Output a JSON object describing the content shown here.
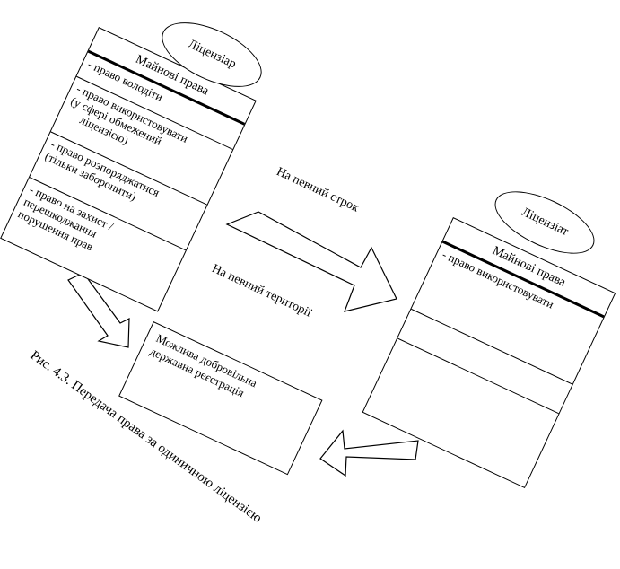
{
  "licensor": {
    "title": "Ліцензіар",
    "header": "Майнові права",
    "rights": [
      [
        "- право володіти"
      ],
      [
        "- право використовувати",
        "(у сфері обмежений",
        "ліцензією)"
      ],
      [
        "- право розпоряджатися",
        "(тільки заборонити)"
      ],
      [
        "- право на захист /",
        "перешкоджання",
        "порушення прав"
      ]
    ]
  },
  "licensee": {
    "title": "Ліцензіат",
    "header": "Майнові права",
    "rights": [
      "- право використовувати",
      "",
      ""
    ]
  },
  "transfer": {
    "term": "На певний строк",
    "territory": "На певний території"
  },
  "registration": {
    "line1": "Можлива добровільна",
    "line2": "державна реєстрація"
  },
  "caption": "Рис. 4.3. Передача права за одиничною ліцензією"
}
